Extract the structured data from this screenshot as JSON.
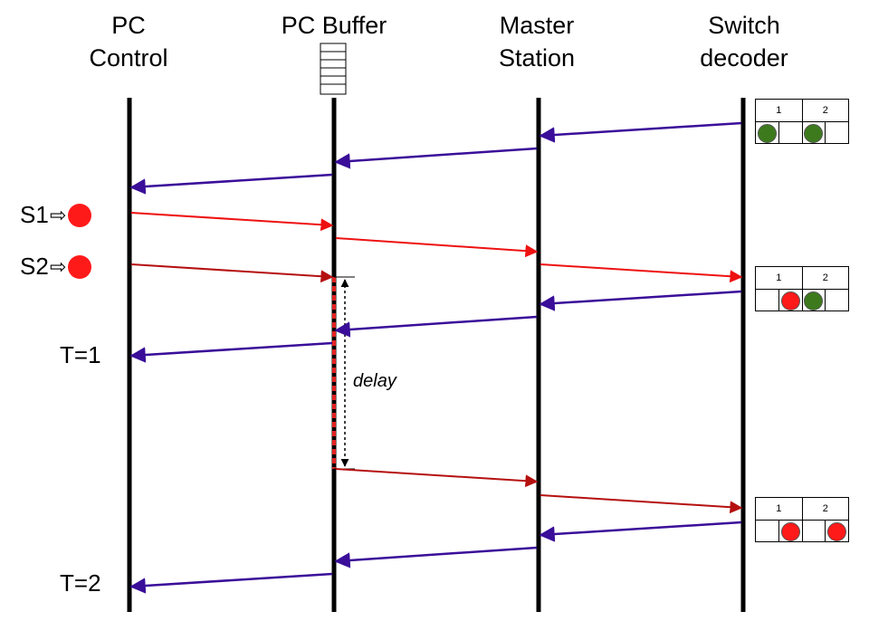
{
  "lanes": {
    "pc_control": {
      "line1": "PC",
      "line2": "Control"
    },
    "pc_buffer": {
      "line1": "PC Buffer"
    },
    "master_station": {
      "line1": "Master",
      "line2": "Station"
    },
    "switch_decoder": {
      "line1": "Switch",
      "line2": "decoder"
    }
  },
  "labels": {
    "s1": "S1",
    "s2": "S2",
    "t1": "T=1",
    "t2": "T=2",
    "delay": "delay"
  },
  "colors": {
    "poll": "#3a0e99",
    "command": "#ee1111",
    "buffered_command": "#b51010",
    "lamp_on": "#ff1a1a",
    "lamp_off": "#3d7a1e"
  },
  "switch_panels": [
    {
      "headers": [
        "1",
        "2"
      ],
      "lamps": [
        "green",
        "",
        "green",
        ""
      ]
    },
    {
      "headers": [
        "1",
        "2"
      ],
      "lamps": [
        "",
        "red",
        "green",
        ""
      ]
    },
    {
      "headers": [
        "1",
        "2"
      ],
      "lamps": [
        "",
        "red",
        "",
        "red"
      ]
    }
  ]
}
